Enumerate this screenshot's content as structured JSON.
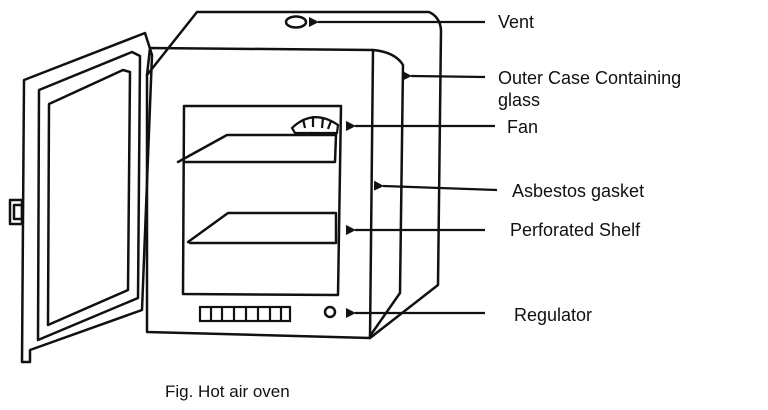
{
  "caption": "Fig. Hot air oven",
  "labels": {
    "vent": "Vent",
    "outer_case_line1": "Outer Case Containing",
    "outer_case_line2": "glass",
    "fan": "Fan",
    "asbestos_gasket": "Asbestos gasket",
    "perforated_shelf": "Perforated Shelf",
    "regulator": "Regulator"
  },
  "colors": {
    "ink": "#111111",
    "paper": "#ffffff"
  }
}
